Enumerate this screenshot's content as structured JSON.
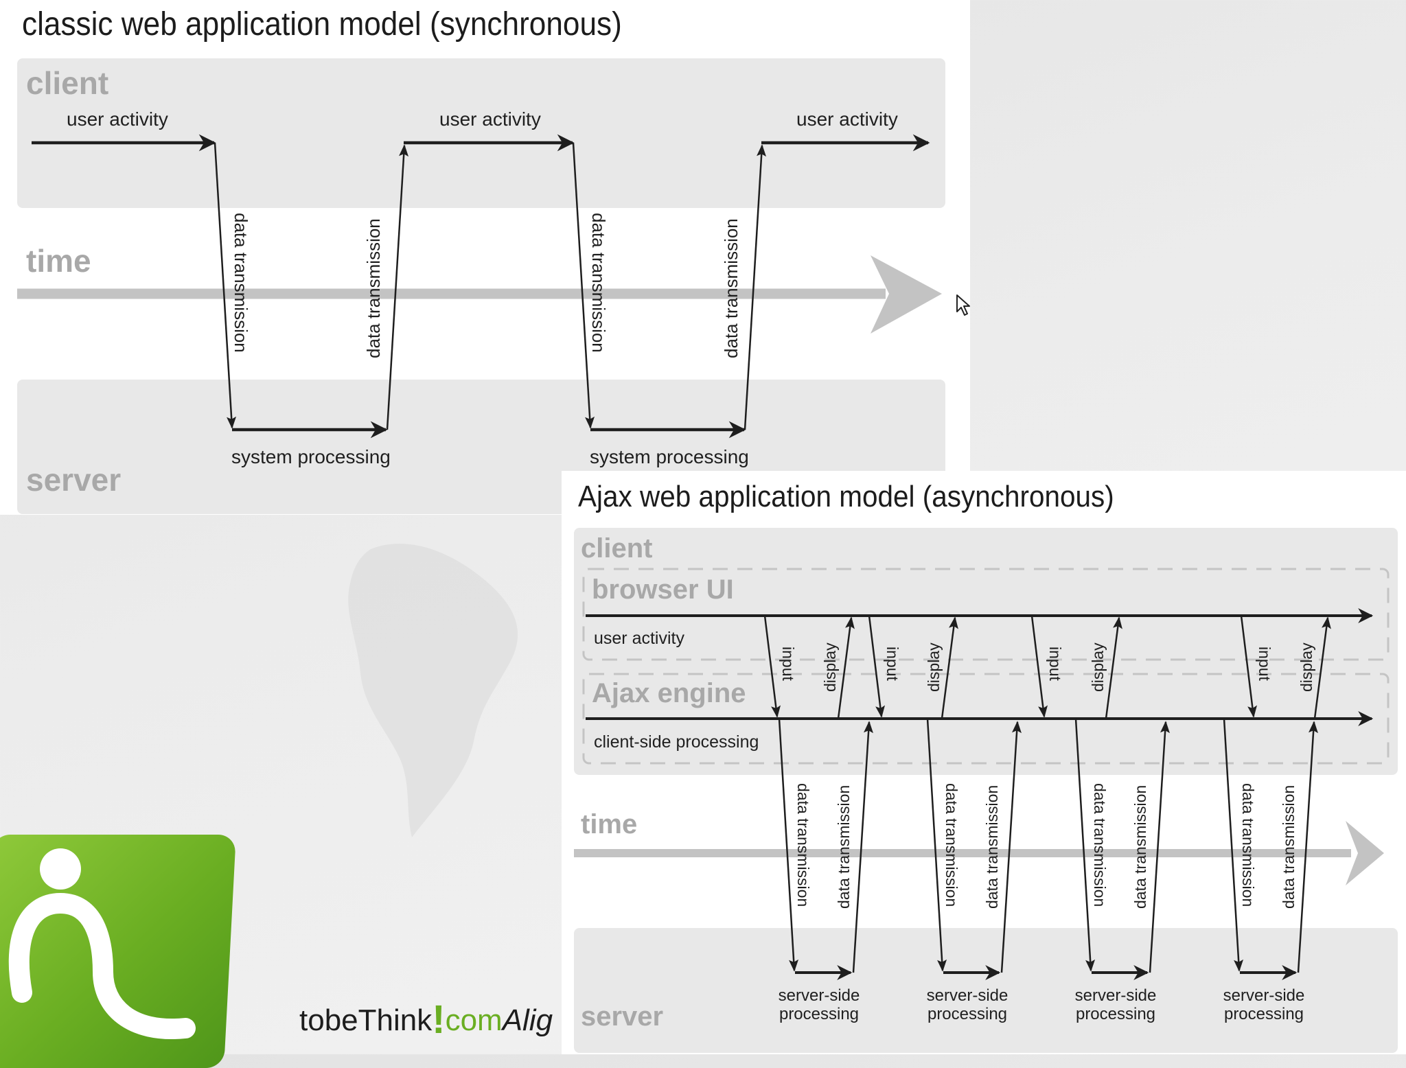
{
  "classic": {
    "title": "classic web application model (synchronous)",
    "client_label": "client",
    "time_label": "time",
    "server_label": "server",
    "user_activity": [
      "user activity",
      "user activity",
      "user activity"
    ],
    "data_transmission": [
      "data transmission",
      "data transmission",
      "data transmission",
      "data transmission"
    ],
    "system_processing": [
      "system processing",
      "system processing"
    ]
  },
  "ajax": {
    "title": "Ajax web application model (asynchronous)",
    "client_label": "client",
    "browser_ui_label": "browser UI",
    "user_activity_label": "user activity",
    "ajax_engine_label": "Ajax engine",
    "client_side_label": "client-side processing",
    "time_label": "time",
    "server_label": "server",
    "input_label": "input",
    "display_label": "display",
    "data_transmission_label": "data transmission",
    "server_side_label_line1": "server-side",
    "server_side_label_line2": "processing"
  },
  "brand": {
    "text_main": "tobeThink",
    "text_exclaim": "!",
    "text_com": "com",
    "text_tail": "Alig"
  },
  "colors": {
    "band": "#e8e8e8",
    "zone_label": "#a8a8a8",
    "time_arrow": "#c3c3c3",
    "brand_green": "#6aae22"
  }
}
